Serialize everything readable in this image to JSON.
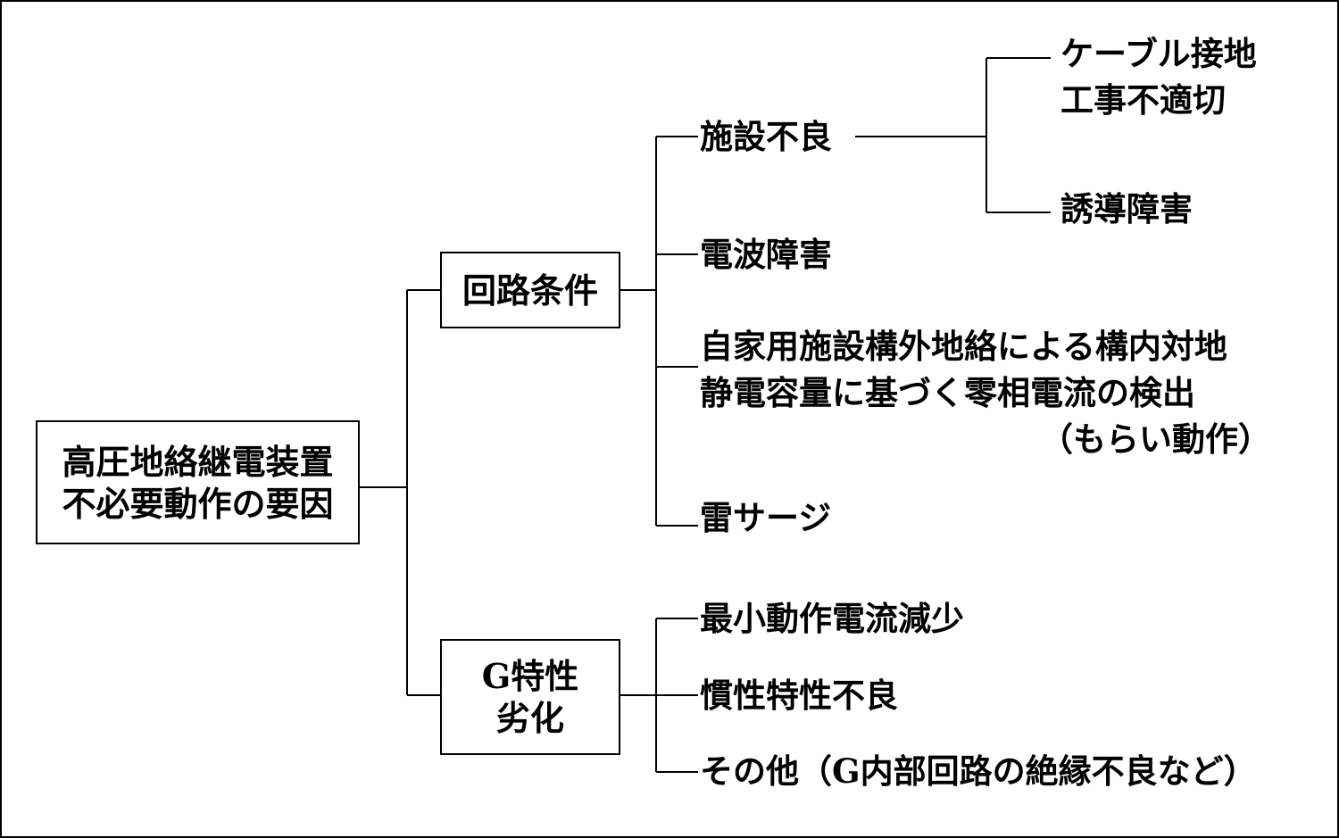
{
  "root": {
    "lines": [
      "高圧地絡継電装置",
      "不必要動作の要因"
    ]
  },
  "categories": [
    {
      "lines": [
        "回路条件"
      ],
      "items": [
        {
          "lines": [
            "施設不良"
          ]
        },
        {
          "lines": [
            "電波障害"
          ]
        },
        {
          "lines": [
            "自家用施設構外地絡による構内対地",
            "静電容量に基づく零相電流の検出"
          ],
          "note": "（もらい動作）"
        },
        {
          "lines": [
            "雷サージ"
          ]
        }
      ]
    },
    {
      "lines": [
        "G特性",
        "劣化"
      ],
      "items": [
        {
          "lines": [
            "最小動作電流減少"
          ]
        },
        {
          "lines": [
            "慣性特性不良"
          ]
        },
        {
          "lines": [
            "その他（G内部回路の絶縁不良など）"
          ]
        }
      ]
    }
  ],
  "subitems": [
    {
      "lines": [
        "ケーブル接地",
        "工事不適切"
      ]
    },
    {
      "lines": [
        "誘導障害"
      ]
    }
  ],
  "colors": {
    "line": "#000000",
    "background": "#ffffff"
  }
}
